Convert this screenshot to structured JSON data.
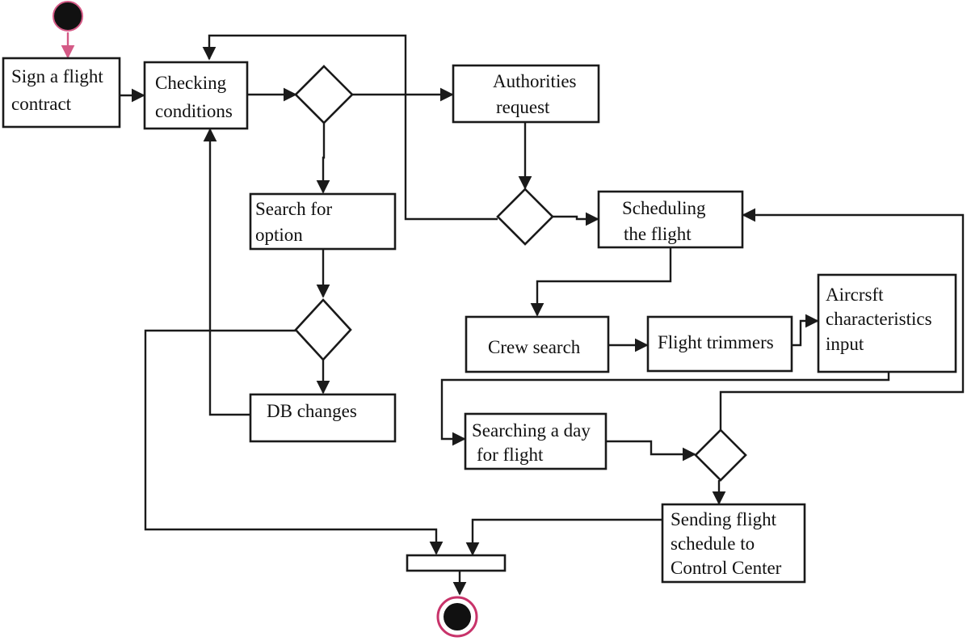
{
  "diagram": {
    "nodes": {
      "sign_contract": [
        "Sign a flight",
        "contract"
      ],
      "checking_conditions": [
        "Checking",
        "conditions"
      ],
      "authorities_request": [
        "Authorities",
        "request"
      ],
      "search_option": [
        "Search for",
        "option"
      ],
      "scheduling": [
        "Scheduling",
        "the flight"
      ],
      "crew_search": [
        "Crew search"
      ],
      "flight_trimmers": [
        "Flight trimmers"
      ],
      "aircraft_input": [
        "Aircrsft",
        "characteristics",
        "input"
      ],
      "db_changes": [
        "DB changes"
      ],
      "searching_day": [
        "Searching a day",
        "for flight"
      ],
      "sending_schedule": [
        "Sending flight",
        "schedule to",
        "Control Center"
      ]
    },
    "colors": {
      "start_node": "#111111",
      "start_ring": "#d45a86",
      "end_ring": "#c8336a",
      "line": "#1a1a1a"
    }
  }
}
